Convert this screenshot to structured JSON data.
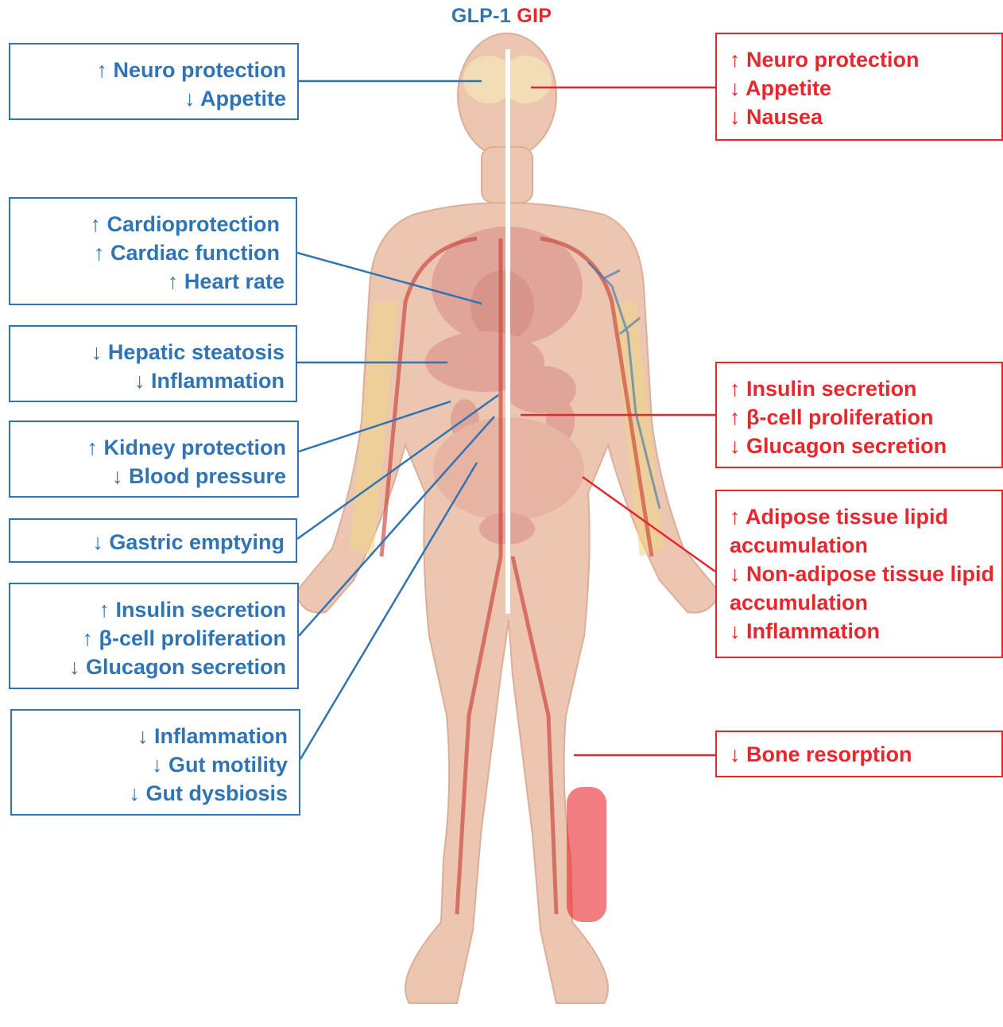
{
  "header": {
    "glp1_label": "GLP-1",
    "gip_label": "GIP"
  },
  "colors": {
    "glp1": "#2f74b5",
    "gip": "#e8262c",
    "skin": "#ecc6b0",
    "organs": "#d98a86"
  },
  "glp1_effects": [
    {
      "lines": [
        "↑ Neuro protection",
        "↓ Appetite"
      ],
      "target": "brain"
    },
    {
      "lines": [
        "↑ Cardioprotection",
        "↑ Cardiac function",
        "↑ Heart rate"
      ],
      "target": "heart"
    },
    {
      "lines": [
        "↓ Hepatic steatosis",
        "↓ Inflammation"
      ],
      "target": "liver"
    },
    {
      "lines": [
        "↑ Kidney protection",
        "↓ Blood pressure"
      ],
      "target": "kidney"
    },
    {
      "lines": [
        "↓ Gastric emptying"
      ],
      "target": "stomach"
    },
    {
      "lines": [
        "↑ Insulin secretion",
        "↑ β-cell proliferation",
        "↓ Glucagon secretion"
      ],
      "target": "pancreas"
    },
    {
      "lines": [
        "↓ Inflammation",
        "↓ Gut motility",
        "↓ Gut dysbiosis"
      ],
      "target": "intestine"
    }
  ],
  "gip_effects": [
    {
      "lines": [
        "↑ Neuro protection",
        "↓ Appetite",
        "↓ Nausea"
      ],
      "target": "brain"
    },
    {
      "lines": [
        "↑ Insulin secretion",
        "↑ β-cell proliferation",
        "↓ Glucagon secretion"
      ],
      "target": "pancreas"
    },
    {
      "lines": [
        "↑ Adipose tissue lipid accumulation",
        "↓ Non-adipose tissue lipid accumulation",
        "↓ Inflammation"
      ],
      "target": "adipose tissue"
    },
    {
      "lines": [
        "↓ Bone resorption"
      ],
      "target": "bone"
    }
  ]
}
